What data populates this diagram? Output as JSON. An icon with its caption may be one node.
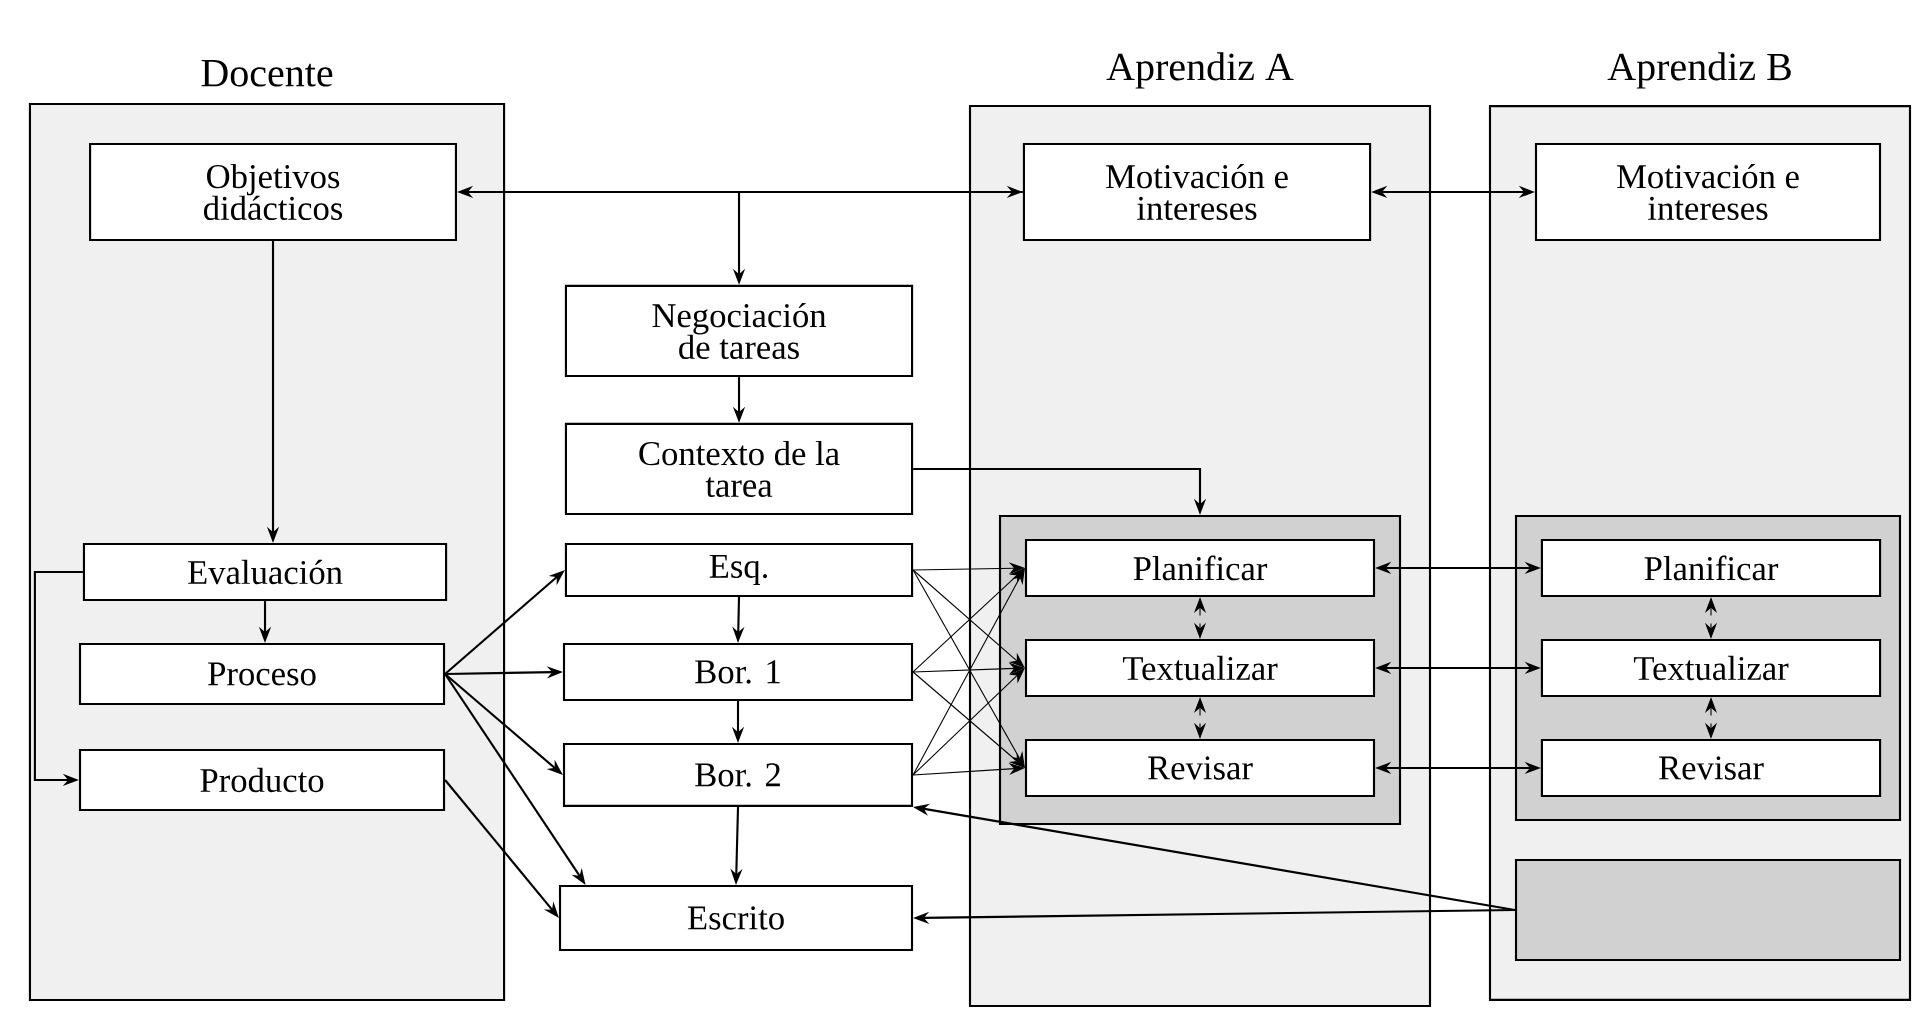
{
  "diagram": {
    "nodes": [
      {
        "text": [
          "Docente"
        ]
      },
      {
        "text": [
          "Objetivos didácticos"
        ],
        "in": 0
      },
      {
        "text": [
          "Evaluación"
        ],
        "in": 0
      },
      {
        "text": [
          "Proceso"
        ],
        "in": 0
      },
      {
        "text": [
          "Producto"
        ],
        "in": 0
      },
      {
        "text": [
          "Negociación de tareas"
        ]
      },
      {
        "text": [
          "Contexto de la tarea"
        ]
      },
      {
        "text": [
          "Esq."
        ]
      },
      {
        "text": [
          "Bor. 1"
        ]
      },
      {
        "text": [
          "Bor. 2"
        ]
      },
      {
        "text": [
          "Escrito"
        ]
      },
      {
        "text": [
          "Aprendiz A"
        ]
      },
      {
        "text": [
          "Motivación e intereses"
        ],
        "in": 11
      },
      {
        "text": [],
        "shape": "box",
        "in": 11
      },
      {
        "text": [
          "Planificar"
        ],
        "in": 13
      },
      {
        "text": [
          "Textualizar"
        ],
        "in": 13
      },
      {
        "text": [
          "Revisar"
        ],
        "in": 13
      },
      {
        "text": [
          "Aprendiz B"
        ]
      },
      {
        "text": [
          "Motivación e intereses"
        ],
        "in": 17
      },
      {
        "text": [],
        "shape": "box",
        "in": 17
      },
      {
        "text": [
          "Planificar"
        ],
        "in": 19
      },
      {
        "text": [
          "Textualizar"
        ],
        "in": 19
      },
      {
        "text": [
          "Revisar"
        ],
        "in": 19
      },
      {
        "text": [],
        "shape": "box",
        "in": 17
      }
    ],
    "edges": [
      {
        "from": 1,
        "to": 12,
        "arrow": "both"
      },
      {
        "from": 12,
        "to": 5,
        "arrow": "to"
      },
      {
        "from": 12,
        "to": 18,
        "arrow": "both"
      },
      {
        "from": 1,
        "to": 2,
        "arrow": "to"
      },
      {
        "from": 2,
        "to": 3,
        "arrow": "to"
      },
      {
        "from": 2,
        "to": 4,
        "arrow": "to"
      },
      {
        "from": 3,
        "to": 7,
        "arrow": "to"
      },
      {
        "from": 3,
        "to": 8,
        "arrow": "to"
      },
      {
        "from": 3,
        "to": 9,
        "arrow": "to"
      },
      {
        "from": 3,
        "to": 10,
        "arrow": "to"
      },
      {
        "from": 4,
        "to": 10,
        "arrow": "to"
      },
      {
        "from": 5,
        "to": 6,
        "arrow": "to"
      },
      {
        "from": 7,
        "to": 8,
        "arrow": "to"
      },
      {
        "from": 8,
        "to": 9,
        "arrow": "to"
      },
      {
        "from": 9,
        "to": 10,
        "arrow": "to"
      },
      {
        "from": 6,
        "to": 13,
        "arrow": "to"
      },
      {
        "from": 7,
        "to": 14,
        "arrow": "to"
      },
      {
        "from": 7,
        "to": 15,
        "arrow": "to"
      },
      {
        "from": 7,
        "to": 16,
        "arrow": "to"
      },
      {
        "from": 8,
        "to": 14,
        "arrow": "to"
      },
      {
        "from": 8,
        "to": 15,
        "arrow": "to"
      },
      {
        "from": 8,
        "to": 16,
        "arrow": "to"
      },
      {
        "from": 9,
        "to": 14,
        "arrow": "to"
      },
      {
        "from": 9,
        "to": 15,
        "arrow": "to"
      },
      {
        "from": 9,
        "to": 16,
        "arrow": "to"
      },
      {
        "from": 14,
        "to": 15,
        "arrow": "both",
        "style": "dashed"
      },
      {
        "from": 15,
        "to": 16,
        "arrow": "both",
        "style": "dashed"
      },
      {
        "from": 20,
        "to": 21,
        "arrow": "both",
        "style": "dashed"
      },
      {
        "from": 21,
        "to": 22,
        "arrow": "both",
        "style": "dashed"
      },
      {
        "from": 14,
        "to": 20,
        "arrow": "both"
      },
      {
        "from": 15,
        "to": 21,
        "arrow": "both"
      },
      {
        "from": 16,
        "to": 22,
        "arrow": "both"
      },
      {
        "from": 23,
        "to": 9,
        "arrow": "to"
      },
      {
        "from": 23,
        "to": 10,
        "arrow": "to"
      }
    ]
  }
}
